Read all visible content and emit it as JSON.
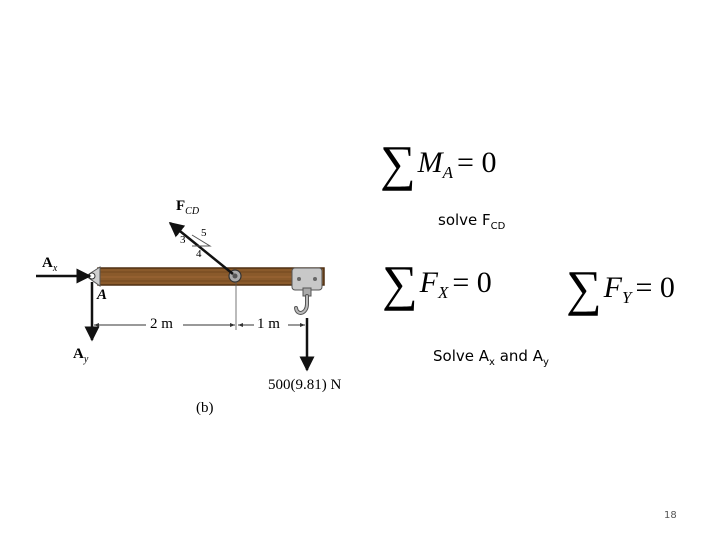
{
  "diagram": {
    "labels": {
      "fcd_main": "F",
      "fcd_sub": "CD",
      "slope_3": "3",
      "slope_4": "4",
      "slope_5": "5",
      "ax_main": "A",
      "ax_sub": "x",
      "a_point": "A",
      "ay_main": "A",
      "ay_sub": "y",
      "dim_2m": "2 m",
      "dim_1m": "1 m",
      "load": "500(9.81) N",
      "caption": "(b)"
    },
    "colors": {
      "beam_wood": "#8a5a2b",
      "beam_dark": "#4e2f12",
      "metal": "#c8c8c8"
    }
  },
  "equations": {
    "moment": {
      "sigma": "∑",
      "var": "M",
      "sub": "A",
      "rhs": "= 0"
    },
    "fx": {
      "sigma": "∑",
      "var": "F",
      "sub": "X",
      "rhs": "= 0"
    },
    "fy": {
      "sigma": "∑",
      "var": "F",
      "sub": "Y",
      "rhs": "= 0"
    }
  },
  "notes": {
    "solve_fcd": {
      "text": "solve F",
      "sub": "CD"
    },
    "solve_axy": {
      "text": "Solve A",
      "sub1": "x",
      "mid": " and A",
      "sub2": "y"
    }
  },
  "page_number": "18"
}
